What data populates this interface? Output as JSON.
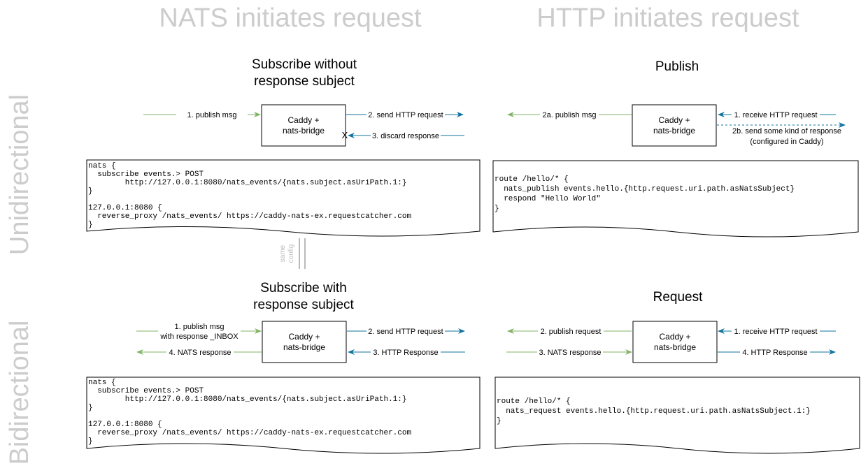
{
  "headers": {
    "nats_initiates": "NATS initiates request",
    "http_initiates": "HTTP initiates request"
  },
  "rows": {
    "unidirectional": "Unidirectional",
    "bidirectional": "Bidirectional"
  },
  "box_label": [
    "Caddy +",
    "nats-bridge"
  ],
  "colors": {
    "green": "#82b366",
    "blue": "#10739e",
    "header_gray": "#cccccc"
  },
  "panels": {
    "sub_no_resp": {
      "title": [
        "Subscribe without",
        "response subject"
      ],
      "edges": {
        "publish_msg": "1. publish msg",
        "send_http": "2. send HTTP request",
        "discard": "3. discard response",
        "discard_mark": "X"
      },
      "code": [
        "nats {",
        "  subscribe events.> POST",
        "        http://127.0.0.1:8080/nats_events/{nats.subject.asUriPath.1:}",
        "}",
        "",
        "127.0.0.1:8080 {",
        "  reverse_proxy /nats_events/ https://caddy-nats-ex.requestcatcher.com",
        "}"
      ]
    },
    "publish": {
      "title": [
        "Publish"
      ],
      "edges": {
        "publish_msg": "2a. publish msg",
        "receive_http": "1. receive HTTP request",
        "send_response": [
          "2b. send some kind of response",
          "(configured in Caddy)"
        ]
      },
      "code": [
        "route /hello/* {",
        "  nats_publish events.hello.{http.request.uri.path.asNatsSubject}",
        "  respond \"Hello World\"",
        "}"
      ]
    },
    "same_config": [
      "same",
      "config"
    ],
    "sub_with_resp": {
      "title": [
        "Subscribe with",
        "response subject"
      ],
      "edges": {
        "publish_msg": [
          "1. publish msg",
          "with response _INBOX"
        ],
        "send_http": "2. send HTTP request",
        "nats_response": "4. NATS response",
        "http_response": "3. HTTP Response"
      },
      "code": [
        "nats {",
        "  subscribe events.> POST",
        "        http://127.0.0.1:8080/nats_events/{nats.subject.asUriPath.1:}",
        "}",
        "",
        "127.0.0.1:8080 {",
        "  reverse_proxy /nats_events/ https://caddy-nats-ex.requestcatcher.com",
        "}"
      ]
    },
    "request": {
      "title": [
        "Request"
      ],
      "edges": {
        "publish_request": "2. publish request",
        "receive_http": "1. receive HTTP request",
        "nats_response": "3. NATS response",
        "http_response": "4. HTTP Response"
      },
      "code": [
        "route /hello/* {",
        "  nats_request events.hello.{http.request.uri.path.asNatsSubject.1:}",
        "}"
      ]
    }
  }
}
